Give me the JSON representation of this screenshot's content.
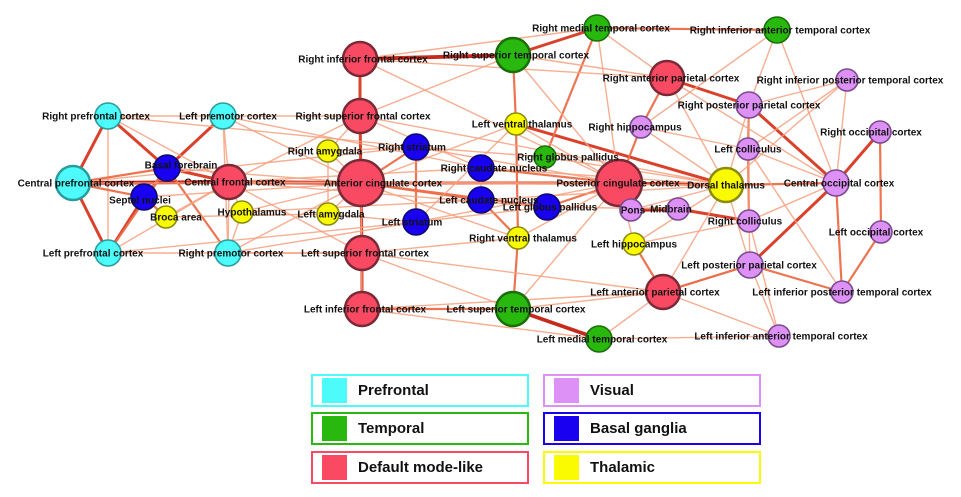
{
  "groups": {
    "prefrontal": {
      "label": "Prefrontal",
      "fill": "#4dfbfb",
      "stroke": "#2a9c9c"
    },
    "temporal": {
      "label": "Temporal",
      "fill": "#28b80e",
      "stroke": "#1a6e0a"
    },
    "default": {
      "label": "Default mode-like",
      "fill": "#fa4a63",
      "stroke": "#7a2a36"
    },
    "visual": {
      "label": "Visual",
      "fill": "#dd90f6",
      "stroke": "#7a4a8c"
    },
    "basal": {
      "label": "Basal ganglia",
      "fill": "#1a00f0",
      "stroke": "#0a0a70"
    },
    "thalamic": {
      "label": "Thalamic",
      "fill": "#fafa00",
      "stroke": "#8a8a10"
    }
  },
  "legend": {
    "left": [
      {
        "group": "prefrontal",
        "label": "Prefrontal",
        "color": "#4dfbfb"
      },
      {
        "group": "temporal",
        "label": "Temporal",
        "color": "#28b80e"
      },
      {
        "group": "default",
        "label": "Default mode-like",
        "color": "#fa4a63"
      }
    ],
    "right": [
      {
        "group": "visual",
        "label": "Visual",
        "color": "#dd90f6"
      },
      {
        "group": "basal",
        "label": "Basal ganglia",
        "color": "#1a00f0"
      },
      {
        "group": "thalamic",
        "label": "Thalamic",
        "color": "#fafa00"
      }
    ]
  },
  "nodes": [
    {
      "id": "rpfc",
      "label": "Right prefrontal cortex",
      "group": "prefrontal",
      "size": "s"
    },
    {
      "id": "lpm",
      "label": "Left premotor cortex",
      "group": "prefrontal",
      "size": "s"
    },
    {
      "id": "cpfc",
      "label": "Central prefrontal cortex",
      "group": "prefrontal",
      "size": "m"
    },
    {
      "id": "lpfc",
      "label": "Left prefrontal cortex",
      "group": "prefrontal",
      "size": "s"
    },
    {
      "id": "rpm",
      "label": "Right premotor cortex",
      "group": "prefrontal",
      "size": "s"
    },
    {
      "id": "bf",
      "label": "Basal forebrain",
      "group": "basal",
      "size": "s"
    },
    {
      "id": "sn",
      "label": "Septal nuclei",
      "group": "basal",
      "size": "s"
    },
    {
      "id": "broca",
      "label": "Broca area",
      "group": "thalamic",
      "size": "xs"
    },
    {
      "id": "hypo",
      "label": "Hypothalamus",
      "group": "thalamic",
      "size": "xs"
    },
    {
      "id": "cfc",
      "label": "Central frontal cortex",
      "group": "default",
      "size": "m"
    },
    {
      "id": "rifc",
      "label": "Right inferior frontal cortex",
      "group": "default",
      "size": "m"
    },
    {
      "id": "rsfc",
      "label": "Right superior frontal cortex",
      "group": "default",
      "size": "m"
    },
    {
      "id": "acc",
      "label": "Anterior cingulate cortex",
      "group": "default",
      "size": "l"
    },
    {
      "id": "lsfc",
      "label": "Left superior frontal cortex",
      "group": "default",
      "size": "m"
    },
    {
      "id": "lifc",
      "label": "Left inferior frontal cortex",
      "group": "default",
      "size": "m"
    },
    {
      "id": "ramyg",
      "label": "Right amygdala",
      "group": "thalamic",
      "size": "xs"
    },
    {
      "id": "lamyg",
      "label": "Left amygdala",
      "group": "thalamic",
      "size": "xs"
    },
    {
      "id": "rstr",
      "label": "Right striatum",
      "group": "basal",
      "size": "s"
    },
    {
      "id": "lstr",
      "label": "Left striatum",
      "group": "basal",
      "size": "s"
    },
    {
      "id": "rcn",
      "label": "Right caudate nucleus",
      "group": "basal",
      "size": "s"
    },
    {
      "id": "lcn",
      "label": "Left caudate nucleus",
      "group": "basal",
      "size": "s"
    },
    {
      "id": "lgp",
      "label": "Left globus pallidus",
      "group": "basal",
      "size": "s"
    },
    {
      "id": "rgp",
      "label": "Right globus pallidus",
      "group": "temporal",
      "size": "xs"
    },
    {
      "id": "lvt",
      "label": "Left ventral thalamus",
      "group": "thalamic",
      "size": "xs"
    },
    {
      "id": "rvt",
      "label": "Right ventral thalamus",
      "group": "thalamic",
      "size": "xs"
    },
    {
      "id": "rstc",
      "label": "Right superior temporal cortex",
      "group": "temporal",
      "size": "m"
    },
    {
      "id": "rmtc",
      "label": "Right medial temporal cortex",
      "group": "temporal",
      "size": "s"
    },
    {
      "id": "riatc",
      "label": "Right inferior anterior temporal cortex",
      "group": "temporal",
      "size": "s"
    },
    {
      "id": "lstc",
      "label": "Left superior temporal cortex",
      "group": "temporal",
      "size": "m"
    },
    {
      "id": "lmtc",
      "label": "Left medial temporal cortex",
      "group": "temporal",
      "size": "s"
    },
    {
      "id": "pcc",
      "label": "Posterior cingulate cortex",
      "group": "default",
      "size": "l"
    },
    {
      "id": "rapc",
      "label": "Right anterior parietal cortex",
      "group": "default",
      "size": "m"
    },
    {
      "id": "lapc",
      "label": "Left anterior parietal cortex",
      "group": "default",
      "size": "m"
    },
    {
      "id": "rhip",
      "label": "Right hippocampus",
      "group": "visual",
      "size": "xs"
    },
    {
      "id": "lhip",
      "label": "Left hippocampus",
      "group": "thalamic",
      "size": "xs"
    },
    {
      "id": "pons",
      "label": "Pons",
      "group": "visual",
      "size": "xs"
    },
    {
      "id": "midb",
      "label": "Midbrain",
      "group": "visual",
      "size": "xs"
    },
    {
      "id": "dth",
      "label": "Dorsal thalamus",
      "group": "thalamic",
      "size": "m"
    },
    {
      "id": "lcol",
      "label": "Left colliculus",
      "group": "visual",
      "size": "xs"
    },
    {
      "id": "rcol",
      "label": "Right colliculus",
      "group": "visual",
      "size": "xs"
    },
    {
      "id": "rppc",
      "label": "Right posterior parietal cortex",
      "group": "visual",
      "size": "s"
    },
    {
      "id": "lppc",
      "label": "Left posterior parietal cortex",
      "group": "visual",
      "size": "s"
    },
    {
      "id": "ripc",
      "label": "Right inferior posterior temporal cortex",
      "group": "visual",
      "size": "xs"
    },
    {
      "id": "lipc",
      "label": "Left inferior posterior temporal cortex",
      "group": "visual",
      "size": "xs"
    },
    {
      "id": "liatc",
      "label": "Left inferior anterior temporal cortex",
      "group": "visual",
      "size": "xs"
    },
    {
      "id": "roc",
      "label": "Right occipital cortex",
      "group": "visual",
      "size": "xs"
    },
    {
      "id": "loc",
      "label": "Left occipital cortex",
      "group": "visual",
      "size": "xs"
    },
    {
      "id": "coc",
      "label": "Central occipital cortex",
      "group": "visual",
      "size": "s"
    }
  ],
  "edges": [
    [
      "rpfc",
      "cpfc",
      3
    ],
    [
      "rpfc",
      "bf",
      3
    ],
    [
      "rpfc",
      "lpfc",
      1
    ],
    [
      "cpfc",
      "lpfc",
      3
    ],
    [
      "cpfc",
      "bf",
      2
    ],
    [
      "cpfc",
      "cfc",
      4
    ],
    [
      "cpfc",
      "sn",
      2
    ],
    [
      "lpfc",
      "sn",
      3
    ],
    [
      "lpfc",
      "bf",
      2
    ],
    [
      "lpm",
      "bf",
      3
    ],
    [
      "lpm",
      "rpm",
      1
    ],
    [
      "bf",
      "cfc",
      3
    ],
    [
      "bf",
      "sn",
      2
    ],
    [
      "sn",
      "broca",
      2
    ],
    [
      "bf",
      "rpm",
      2
    ],
    [
      "cfc",
      "acc",
      4
    ],
    [
      "acc",
      "pcc",
      3
    ],
    [
      "pcc",
      "dth",
      3
    ],
    [
      "dth",
      "coc",
      2
    ],
    [
      "rifc",
      "rstc",
      4
    ],
    [
      "rifc",
      "rsfc",
      3
    ],
    [
      "rsfc",
      "acc",
      3
    ],
    [
      "acc",
      "lsfc",
      3
    ],
    [
      "lsfc",
      "lifc",
      3
    ],
    [
      "lifc",
      "lstc",
      2
    ],
    [
      "lstc",
      "lmtc",
      4
    ],
    [
      "rstc",
      "rmtc",
      3
    ],
    [
      "rmtc",
      "riatc",
      2
    ],
    [
      "rapc",
      "rppc",
      3
    ],
    [
      "rppc",
      "coc",
      3
    ],
    [
      "coc",
      "roc",
      3
    ],
    [
      "roc",
      "loc",
      2
    ],
    [
      "coc",
      "lppc",
      3
    ],
    [
      "lppc",
      "lapc",
      2
    ],
    [
      "lapc",
      "lhip",
      2
    ],
    [
      "pons",
      "midb",
      4
    ],
    [
      "midb",
      "rcol",
      3
    ],
    [
      "lcol",
      "rcol",
      2
    ],
    [
      "rppc",
      "lcol",
      2
    ],
    [
      "lvt",
      "dth",
      3
    ],
    [
      "rstr",
      "lstr",
      2
    ],
    [
      "rcn",
      "pcc",
      2
    ],
    [
      "lcn",
      "rvt",
      2
    ],
    [
      "lgp",
      "pcc",
      2
    ],
    [
      "rgp",
      "rmtc",
      2
    ],
    [
      "rvt",
      "lstc",
      2
    ],
    [
      "lipc",
      "coc",
      2
    ],
    [
      "lipc",
      "loc",
      2
    ],
    [
      "liatc",
      "lapc",
      1
    ],
    [
      "ripc",
      "rppc",
      1
    ],
    [
      "rapc",
      "rhip",
      2
    ],
    [
      "rhip",
      "pcc",
      2
    ],
    [
      "ramyg",
      "lamyg",
      1
    ],
    [
      "hypo",
      "rpm",
      1
    ],
    [
      "rstc",
      "lvt",
      2
    ],
    [
      "lvt",
      "rvt",
      2
    ],
    [
      "rsfc",
      "ramyg",
      1
    ],
    [
      "cfc",
      "hypo",
      1
    ],
    [
      "acc",
      "rstr",
      2
    ],
    [
      "acc",
      "lcn",
      2
    ],
    [
      "acc",
      "lgp",
      2
    ],
    [
      "lstr",
      "lvt",
      1
    ],
    [
      "lifc",
      "acc",
      1
    ],
    [
      "rifc",
      "pcc",
      1
    ],
    [
      "rsfc",
      "dth",
      1
    ],
    [
      "lsfc",
      "lapc",
      1
    ],
    [
      "lapc",
      "lppc",
      2
    ],
    [
      "lppc",
      "lipc",
      2
    ],
    [
      "riatc",
      "rppc",
      1
    ],
    [
      "riatc",
      "coc",
      1
    ],
    [
      "rstc",
      "rapc",
      1
    ],
    [
      "rmtc",
      "pcc",
      1
    ],
    [
      "lmtc",
      "lapc",
      1
    ],
    [
      "lmtc",
      "liatc",
      1
    ],
    [
      "lstc",
      "lapc",
      1
    ],
    [
      "pcc",
      "lhip",
      1
    ],
    [
      "pcc",
      "pons",
      1
    ],
    [
      "cpfc",
      "acc",
      1
    ],
    [
      "cpfc",
      "rstr",
      1
    ],
    [
      "rpfc",
      "rsfc",
      1
    ],
    [
      "rpfc",
      "rstr",
      1
    ],
    [
      "lpfc",
      "lstr",
      1
    ],
    [
      "lpfc",
      "lsfc",
      1
    ],
    [
      "lpm",
      "acc",
      1
    ],
    [
      "lpm",
      "rcn",
      1
    ],
    [
      "rpm",
      "lstr",
      1
    ],
    [
      "rpm",
      "lsfc",
      1
    ],
    [
      "bf",
      "acc",
      1
    ],
    [
      "sn",
      "acc",
      1
    ],
    [
      "broca",
      "lamyg",
      1
    ],
    [
      "hypo",
      "lcn",
      1
    ],
    [
      "cfc",
      "rcn",
      1
    ],
    [
      "cfc",
      "lgp",
      1
    ],
    [
      "cfc",
      "pcc",
      1
    ],
    [
      "cfc",
      "rsfc",
      1
    ],
    [
      "cfc",
      "lsfc",
      1
    ],
    [
      "rsfc",
      "rcn",
      1
    ],
    [
      "lsfc",
      "rvt",
      1
    ],
    [
      "rstr",
      "pcc",
      1
    ],
    [
      "lstr",
      "pcc",
      1
    ],
    [
      "rcn",
      "dth",
      1
    ],
    [
      "lcn",
      "dth",
      1
    ],
    [
      "rvt",
      "pcc",
      1
    ],
    [
      "lvt",
      "pcc",
      1
    ],
    [
      "rgp",
      "dth",
      1
    ],
    [
      "lgp",
      "midb",
      1
    ],
    [
      "lhip",
      "dth",
      1
    ],
    [
      "lhip",
      "rcol",
      1
    ],
    [
      "pons",
      "dth",
      1
    ],
    [
      "rhip",
      "dth",
      1
    ],
    [
      "rhip",
      "lcol",
      1
    ],
    [
      "rapc",
      "dth",
      1
    ],
    [
      "rapc",
      "coc",
      1
    ],
    [
      "rppc",
      "dth",
      1
    ],
    [
      "rppc",
      "rcol",
      1
    ],
    [
      "lppc",
      "rcol",
      1
    ],
    [
      "lppc",
      "dth",
      1
    ],
    [
      "lipc",
      "lcol",
      1
    ],
    [
      "liatc",
      "rcol",
      1
    ],
    [
      "liatc",
      "lppc",
      1
    ],
    [
      "ripc",
      "dth",
      1
    ],
    [
      "ripc",
      "coc",
      1
    ],
    [
      "ripc",
      "lcol",
      1
    ],
    [
      "rcol",
      "coc",
      1
    ],
    [
      "lcol",
      "coc",
      1
    ],
    [
      "dth",
      "lapc",
      1
    ],
    [
      "rmtc",
      "rapc",
      1
    ],
    [
      "riatc",
      "rhip",
      1
    ],
    [
      "rstc",
      "pcc",
      1
    ],
    [
      "lstc",
      "pcc",
      1
    ],
    [
      "rifc",
      "rapc",
      1
    ],
    [
      "lifc",
      "lapc",
      1
    ],
    [
      "rifc",
      "rmtc",
      1
    ],
    [
      "lifc",
      "lmtc",
      1
    ],
    [
      "acc",
      "dth",
      1
    ],
    [
      "acc",
      "rvt",
      1
    ],
    [
      "acc",
      "lvt",
      1
    ],
    [
      "rsfc",
      "rstc",
      1
    ],
    [
      "lsfc",
      "lstc",
      1
    ],
    [
      "rstr",
      "rgp",
      1
    ],
    [
      "lstr",
      "lgp",
      1
    ],
    [
      "rcn",
      "lcn",
      1
    ],
    [
      "ramyg",
      "acc",
      1
    ],
    [
      "lamyg",
      "acc",
      1
    ],
    [
      "ramyg",
      "rstr",
      1
    ],
    [
      "lamyg",
      "lstr",
      1
    ],
    [
      "hypo",
      "acc",
      1
    ],
    [
      "broca",
      "cfc",
      1
    ],
    [
      "rpm",
      "acc",
      1
    ],
    [
      "lpm",
      "cfc",
      1
    ],
    [
      "rpm",
      "cfc",
      1
    ],
    [
      "lpfc",
      "cfc",
      1
    ],
    [
      "rpfc",
      "cfc",
      1
    ]
  ]
}
